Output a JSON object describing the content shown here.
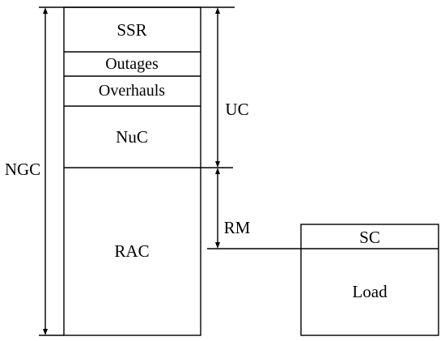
{
  "stack": {
    "ssr": "SSR",
    "outages": "Outages",
    "overhauls": "Overhauls",
    "nuc": "NuC",
    "rac": "RAC"
  },
  "dimensions": {
    "ngc": "NGC",
    "uc": "UC",
    "rm": "RM"
  },
  "load_box": {
    "sc": "SC",
    "load": "Load"
  },
  "colors": {
    "line": "#000000",
    "background": "#ffffff"
  }
}
